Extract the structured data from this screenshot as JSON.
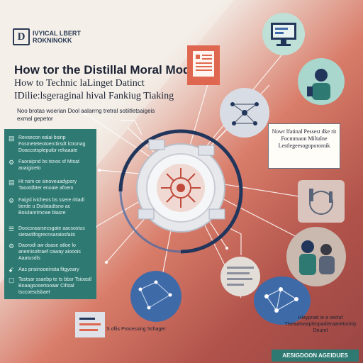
{
  "logo": {
    "mark": "D",
    "line1": "IVYICAL LBERT",
    "line2": "ROKNINOKK"
  },
  "title": "How tor the Distillal Moral Model",
  "subtitle_1": "How to Technic laLinget Datinct",
  "subtitle_2": "IDilie:lsgeraginal hival Fankiug Tiaking",
  "blurb": "Noo brotas woerian Dool aalarrng tretral sotiitletsaigeis exmal gepetor",
  "left_panel": {
    "items": [
      {
        "icon": "chat-icon",
        "glyph": "▤",
        "text": "Revsecon ealai bsinp Fosmeteteotoerctirsdt lctronag Doaccotsplepuibr rekaaate"
      },
      {
        "icon": "gear-icon",
        "glyph": "⚙",
        "text": "Faoraipnd bs tsnos sf Mtsat aoaigicelo"
      },
      {
        "icon": "chat-icon",
        "glyph": "▤",
        "text": "Ht nsm ce sinoveuadypsry Taootdbter enoaie afnem"
      },
      {
        "icon": "gear-icon",
        "glyph": "⚙",
        "text": "Faigsl ivicheos bs ssere ritiadl tierde u Dsilatadtsno ac Boiulanrimcwe biasre"
      },
      {
        "icon": "list-icon",
        "glyph": "☰",
        "text": "Doocsraarsecsgate aacsostus sietastifogrecnsaraiosfaiis"
      },
      {
        "icon": "gear-icon",
        "glyph": "⚙",
        "text": "Daorodi aw doase atloe lo anemisoltraef caway aiooois Aaatusdls"
      },
      {
        "icon": "people-icon",
        "glyph": "ꗃ",
        "text": "Aas pnsinooeinsta fitgyeary"
      },
      {
        "icon": "square-icon",
        "glyph": "▢",
        "text": "Tastsar ssaebp te ts bbsr Tsioastl Boaagsosertooaar Cifstal tsccoesdsbaet"
      }
    ]
  },
  "callout_right": "Nowr lfatinal Pessest dke rit Focmmaon Miltalne Lestlegeesogoporomik",
  "callout_bottom": "Hiaypnati ie a vectuf Tiseaatseapleopadieraarietoriniy Deurel",
  "processing_label": "S ofiis Processing Schager",
  "footer": "AESIGDOON AGEIDUES",
  "colors": {
    "teal": "#2e7a73",
    "navy": "#22365c",
    "coral": "#d97d6a",
    "cream": "#f3efe9"
  }
}
